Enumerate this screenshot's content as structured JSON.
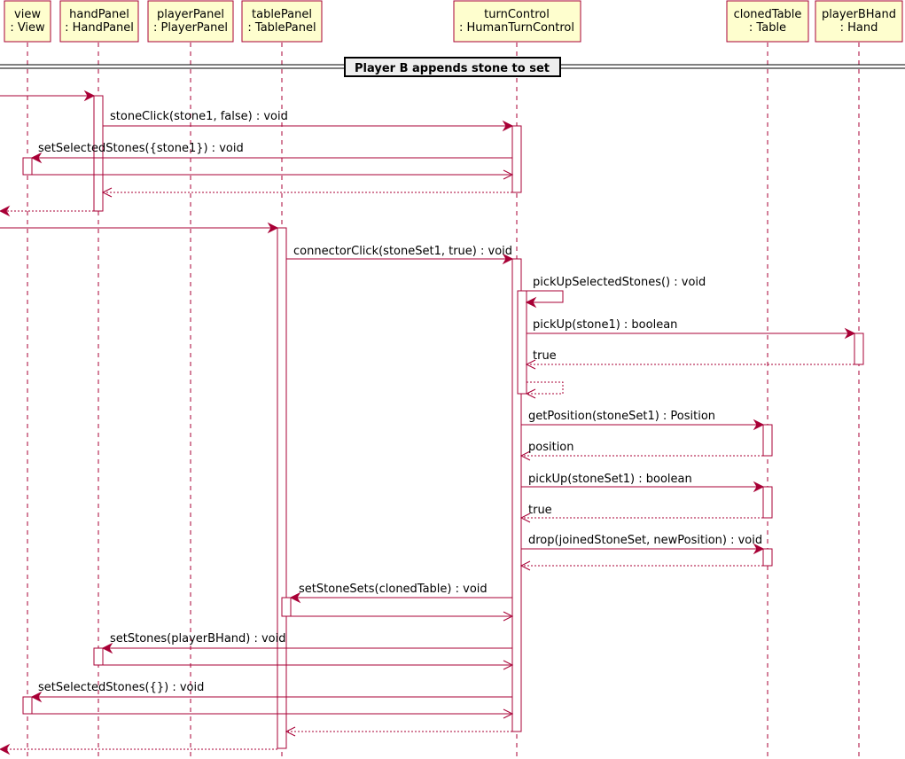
{
  "participants": [
    {
      "id": "view",
      "name": "view",
      "type": ": View"
    },
    {
      "id": "handPanel",
      "name": "handPanel",
      "type": ": HandPanel"
    },
    {
      "id": "playerPanel",
      "name": "playerPanel",
      "type": ": PlayerPanel"
    },
    {
      "id": "tablePanel",
      "name": "tablePanel",
      "type": ": TablePanel"
    },
    {
      "id": "turnControl",
      "name": "turnControl",
      "type": ": HumanTurnControl"
    },
    {
      "id": "clonedTable",
      "name": "clonedTable",
      "type": ": Table"
    },
    {
      "id": "playerBHand",
      "name": "playerBHand",
      "type": ": Hand"
    }
  ],
  "divider": {
    "label": "Player B appends stone to set"
  },
  "messages": [
    {
      "label": "stoneClick(stone1, false) : void"
    },
    {
      "label": "setSelectedStones({stone1}) : void"
    },
    {
      "label": "connectorClick(stoneSet1, true) : void"
    },
    {
      "label": "pickUpSelectedStones() : void"
    },
    {
      "label": "pickUp(stone1) : boolean"
    },
    {
      "label": "true"
    },
    {
      "label": "getPosition(stoneSet1) : Position"
    },
    {
      "label": "position"
    },
    {
      "label": "pickUp(stoneSet1) : boolean"
    },
    {
      "label": "true"
    },
    {
      "label": "drop(joinedStoneSet, newPosition) : void"
    },
    {
      "label": "setStoneSets(clonedTable) : void"
    },
    {
      "label": "setStones(playerBHand) : void"
    },
    {
      "label": "setSelectedStones({}) : void"
    }
  ],
  "colors": {
    "line": "#a80036",
    "participant_fill": "#fefece",
    "divider_fill": "#eeeeee"
  }
}
